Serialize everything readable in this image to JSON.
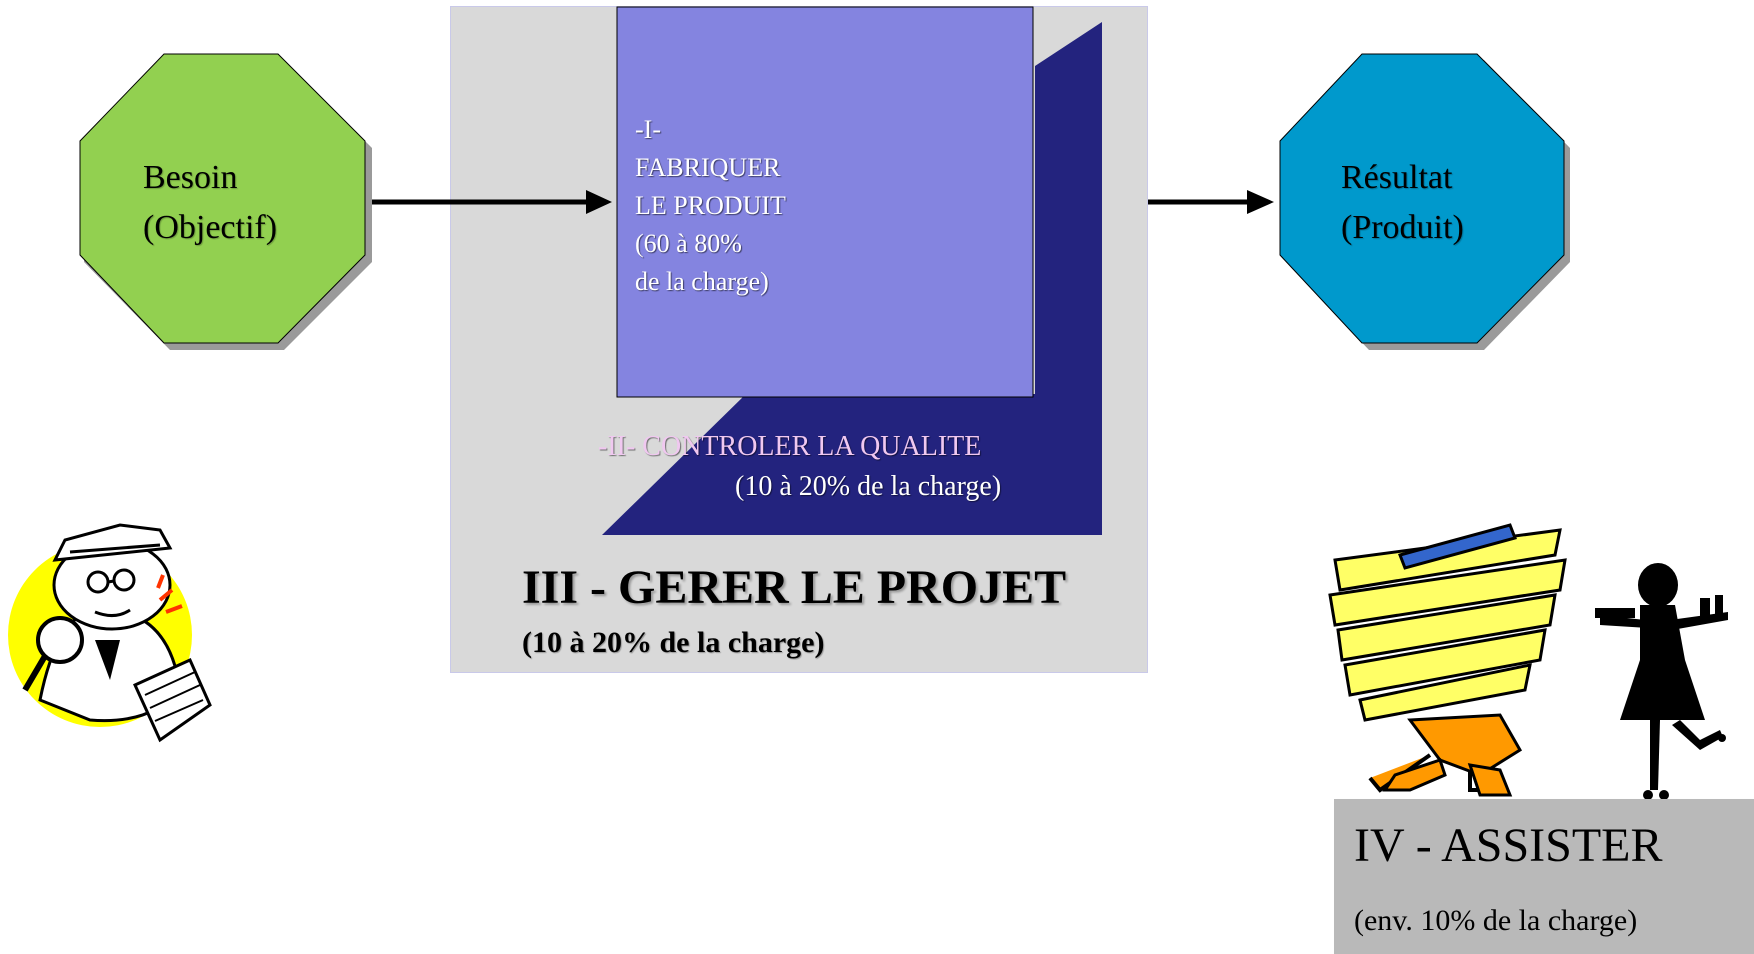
{
  "nodes": {
    "besoin": {
      "line1": "Besoin",
      "line2": "(Objectif)",
      "color": "#92d050"
    },
    "resultat": {
      "line1": "Résultat",
      "line2": "(Produit)",
      "color": "#0099cc"
    }
  },
  "fabriquer": {
    "lines": [
      "-I-",
      "FABRIQUER",
      "LE PRODUIT",
      "(60 à 80%",
      "de la charge)"
    ],
    "color": "#8484e0"
  },
  "controler": {
    "line1": "-II-  CONTROLER LA QUALITE",
    "line2": "(10 à 20% de la charge)",
    "color": "#23237e"
  },
  "gerer": {
    "title": "III - GERER LE PROJET",
    "subtitle": "(10 à 20% de la charge)",
    "color": "#d9d9d9"
  },
  "assister": {
    "title": "IV - ASSISTER",
    "subtitle": "(env. 10% de la charge)",
    "color": "#b9b9b9"
  },
  "illustrations": {
    "left": "inspector-clipart-icon",
    "right": "worker-and-waitress-clipart-icon"
  }
}
